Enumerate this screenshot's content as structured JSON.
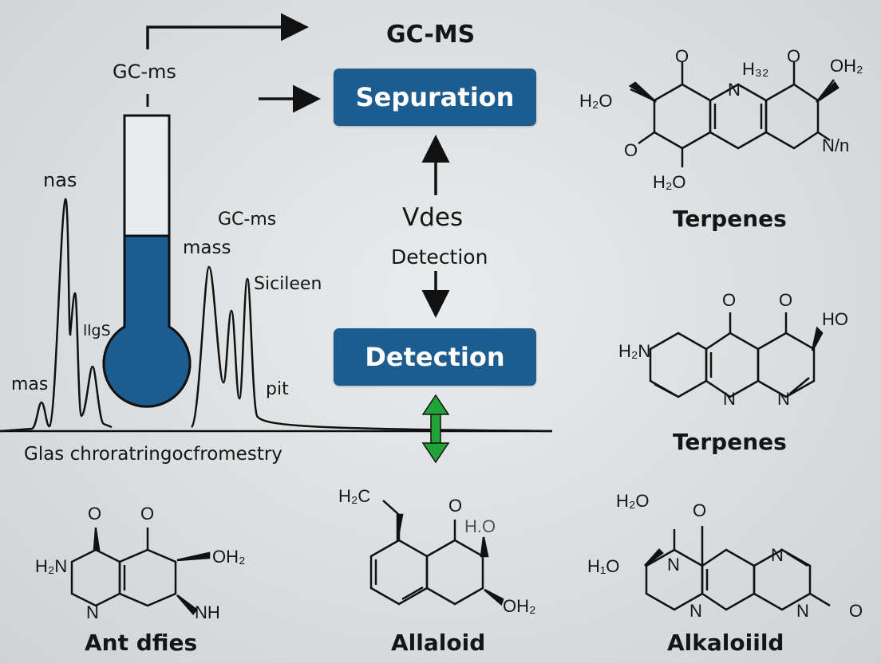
{
  "title": "GC-MS",
  "workflow": {
    "top_label": "GC-ms",
    "step1": "Sepuration",
    "middle_label": "Vdes",
    "middle_sub": "Detection",
    "step2": "Detection"
  },
  "chromatogram": {
    "labels": {
      "nas": "nas",
      "ilgs": "llgS",
      "mas": "mas",
      "gcms": "GC-ms",
      "mass": "mass",
      "sicileen": "Sicileen",
      "pit": "pit"
    },
    "caption": "Glas chroratringocfromestry"
  },
  "molecules": [
    {
      "name": "Terpenes",
      "atoms": [
        "O",
        "H₃₂",
        "O",
        "OH₂",
        "H₂O",
        "N",
        "O",
        "N/n",
        "H₂O"
      ]
    },
    {
      "name": "Terpenes",
      "atoms": [
        "O",
        "O",
        "HO",
        "H₂N",
        "N",
        "N"
      ]
    },
    {
      "name": "Ant dfies",
      "atoms": [
        "O",
        "O",
        "H₂N",
        "OH₂",
        "N",
        "NH"
      ]
    },
    {
      "name": "Allaloid",
      "atoms": [
        "H₂C",
        "O",
        "H.O",
        "OH₂"
      ]
    },
    {
      "name": "Alkaloiild",
      "atoms": [
        "H₂O",
        "O",
        "H₁O",
        "N",
        "N",
        "N",
        "N",
        "O"
      ]
    }
  ],
  "colors": {
    "box": "#1d5c8e",
    "flask": "#1d5c8e",
    "green_arrow": "#22a33a",
    "background": "#dadddf"
  }
}
